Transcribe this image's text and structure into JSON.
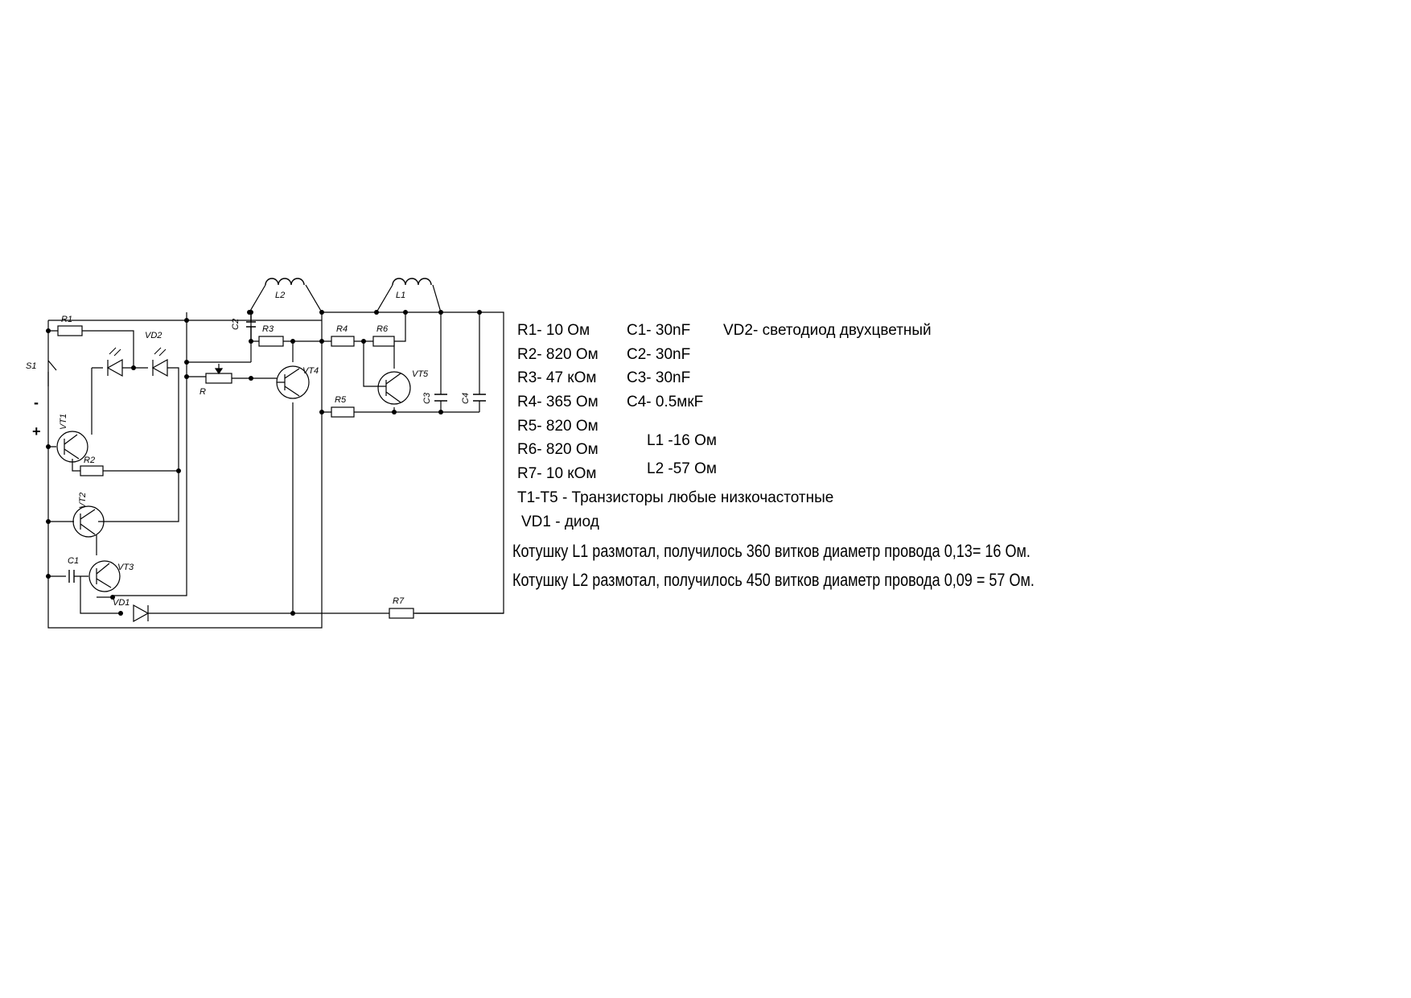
{
  "labels": {
    "R1": "R1",
    "R2": "R2",
    "R3": "R3",
    "R4": "R4",
    "R5": "R5",
    "R6": "R6",
    "R7": "R7",
    "R": "R",
    "C1": "C1",
    "C2": "C2",
    "C3": "C3",
    "C4": "C4",
    "VD1": "VD1",
    "VD2": "VD2",
    "VT1": "VT1",
    "VT2": "VT2",
    "VT3": "VT3",
    "VT4": "VT4",
    "VT5": "VT5",
    "L1": "L1",
    "L2": "L2",
    "S1": "S1",
    "plus": "+",
    "minus": "-"
  },
  "parts_list": {
    "r1": "R1- 10 Ом",
    "r2": "R2- 820 Ом",
    "r3": "R3- 47 кОм",
    "r4": "R4- 365 Ом",
    "r5": "R5- 820 Ом",
    "r6": "R6- 820 Ом",
    "r7": "R7- 10 кОм",
    "c1": "C1- 30nF",
    "c2": "C2- 30nF",
    "c3": "C3- 30nF",
    "c4": "C4- 0.5мкF",
    "vd2": "VD2- светодиод двухцветный",
    "l1": "L1 -16 Ом",
    "l2": "L2 -57 Ом",
    "transistors": "T1-T5 -  Транзисторы любые низкочастотные",
    "vd1": "VD1 - диод"
  },
  "notes": {
    "coil1": "Котушку L1 размотал, получилось 360 витков диаметр провода 0,13= 16 Ом.",
    "coil2": "Котушку L2 размотал, получилось 450 витков диаметр провода 0,09 = 57 Ом."
  }
}
